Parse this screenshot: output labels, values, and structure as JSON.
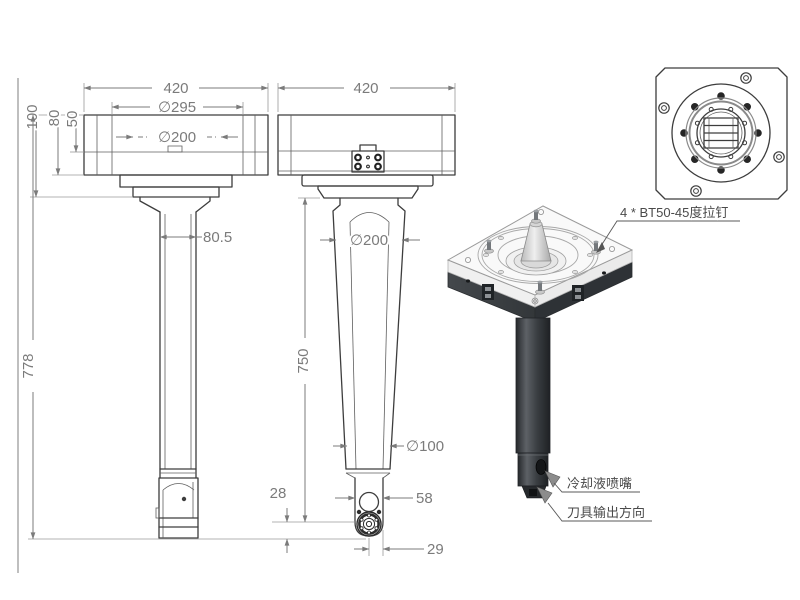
{
  "meta": {
    "type": "technical-drawing",
    "subject": "machine spindle head with BT50 interface, three orthographic views plus isometric view",
    "background": "#ffffff"
  },
  "colors": {
    "line": "#3d3d3d",
    "dimension": "#7b7b7b",
    "label_text": "#4a4a4a",
    "dark_part": "#34383b",
    "light_part": "#f7f7f7"
  },
  "views": {
    "front": {
      "dims": {
        "overall_width": "420",
        "flange_dia": "∅295",
        "spigot_dia": "∅200",
        "height_100": "100",
        "height_80": "80",
        "height_50": "50",
        "shaft_width": "80.5",
        "overall_height": "778"
      }
    },
    "side": {
      "dims": {
        "overall_width": "420",
        "shaft_dia": "∅200",
        "shaft_length": "750",
        "quill_dia": "∅100",
        "nose_height": "28",
        "nose_width": "58",
        "tip_offset": "29"
      }
    },
    "iso": {
      "labels": {
        "pull_studs": "4 * BT50-45度拉钉",
        "coolant_nozzle": "冷却液喷嘴",
        "tool_output": "刀具输出方向"
      }
    }
  }
}
